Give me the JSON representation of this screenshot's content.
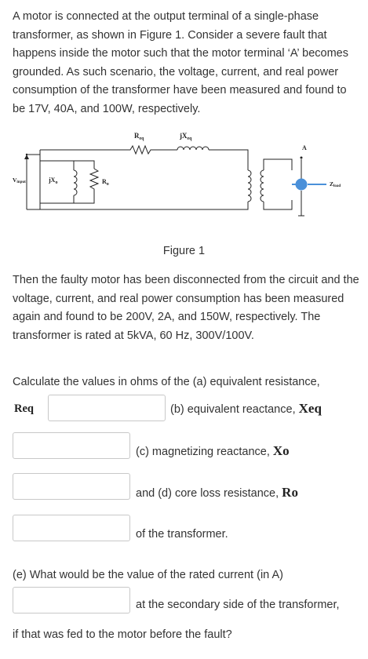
{
  "problem": {
    "intro": "A motor is connected at the output terminal of a single-phase transformer, as shown in Figure 1. Consider a severe fault that happens inside the motor such that the motor terminal ‘A’ becomes grounded. As such scenario, the voltage, current, and real power consumption of the transformer have been measured and found to be 17V, 40A, and 100W, respectively.",
    "figure_caption": "Figure 1",
    "second_para": "Then the faulty motor has been disconnected from the circuit and the voltage, current, and real power consumption has been measured again and found to be 200V, 2A, and 150W, respectively. The transformer is rated at 5kVA, 60 Hz, 300V/100V.",
    "question_intro": "Calculate the values in ohms of the (a) equivalent resistance,",
    "req_label": "Req",
    "part_b_text": "(b) equivalent reactance,",
    "xeq_label": "Xeq",
    "part_c_text": "(c) magnetizing reactance,",
    "xo_label": "Xo",
    "part_d_text": "and (d) core loss resistance,",
    "ro_label": "Ro",
    "of_transformer": "of the transformer.",
    "part_e_text": "(e) What would be the value of the rated current (in A)",
    "secondary_text": "at the secondary side of the transformer,",
    "final_text": "if that was fed to the motor before the fault?"
  },
  "circuit": {
    "req": "R",
    "req_sub": "eq",
    "jxeq": "jX",
    "jxeq_sub": "eq",
    "vinput": "V",
    "vinput_sub": "input",
    "jxo": "jX",
    "jxo_sub": "o",
    "ro": "R",
    "ro_sub": "o",
    "terminal_a": "A",
    "zload": "Z",
    "zload_sub": "load",
    "motor_color": "#4a90d9"
  },
  "answers": {
    "req": "",
    "xeq": "",
    "xo": "",
    "ro": "",
    "rated_current": ""
  }
}
